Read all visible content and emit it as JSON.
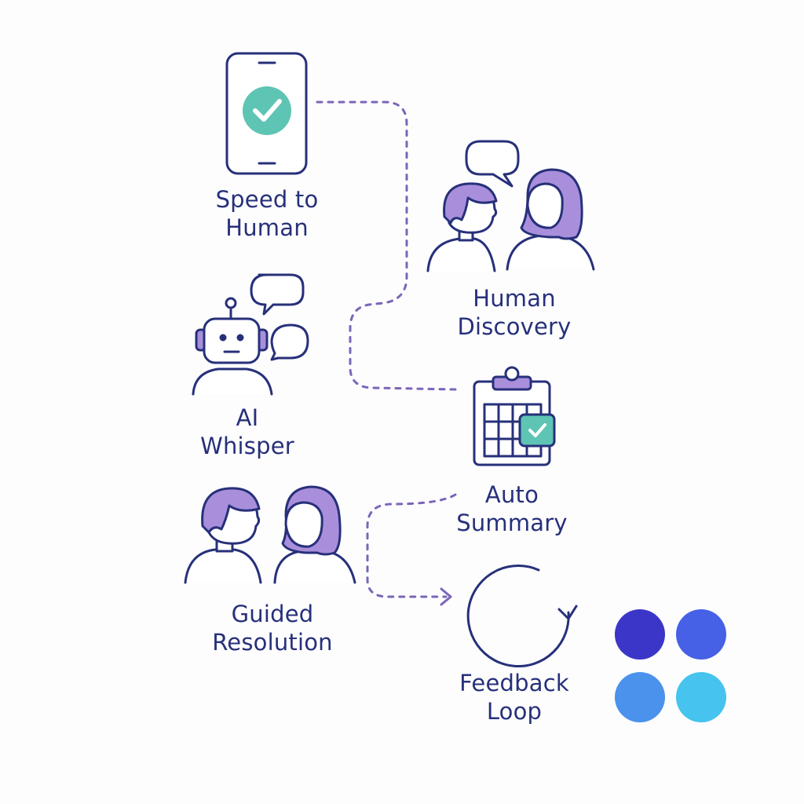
{
  "title": "",
  "steps": [
    {
      "id": "speed-to-human",
      "line1": "Speed to",
      "line2": "Human",
      "icon": "phone-check-icon"
    },
    {
      "id": "human-discovery",
      "line1": "Human",
      "line2": "Discovery",
      "icon": "two-people-talking-icon"
    },
    {
      "id": "ai-whisper",
      "line1": "AI",
      "line2": "Whisper",
      "icon": "robot-chat-icon"
    },
    {
      "id": "auto-summary",
      "line1": "Auto",
      "line2": "Summary",
      "icon": "clipboard-check-icon"
    },
    {
      "id": "guided-resolution",
      "line1": "Guided",
      "line2": "Resolution",
      "icon": "two-people-icon"
    },
    {
      "id": "feedback-loop",
      "line1": "Feedback",
      "line2": "Loop",
      "icon": "circular-arrow-icon"
    }
  ],
  "colors": {
    "ink": "#27307a",
    "lavender": "#a98fdb",
    "teal": "#5ec4b4",
    "dash": "#7b65b8",
    "dots": [
      "#3b36c8",
      "#4660e6",
      "#4a92ec",
      "#46c3ee"
    ]
  }
}
